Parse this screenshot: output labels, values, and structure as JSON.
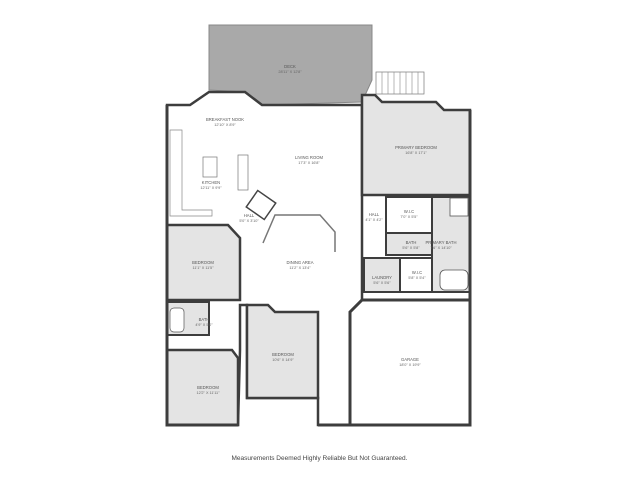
{
  "rooms": [
    {
      "name": "DECK",
      "dims": "28'11\" X 12'8\""
    },
    {
      "name": "BREAKFAST NOOK",
      "dims": "12'10\" X 8'9\""
    },
    {
      "name": "LIVING ROOM",
      "dims": "17'3\" X 16'8\""
    },
    {
      "name": "PRIMARY BEDROOM",
      "dims": "16'8\" X 17'1\""
    },
    {
      "name": "KITCHEN",
      "dims": "12'11\" X 9'9\""
    },
    {
      "name": "HALL",
      "dims": "5'0\" X 3'10\""
    },
    {
      "name": "HALL",
      "dims": "4'1\" X 4'2\""
    },
    {
      "name": "W.I.C",
      "dims": "7'0\" X 5'5\""
    },
    {
      "name": "BATH",
      "dims": "5'6\" X 5'8\""
    },
    {
      "name": "PRIMARY BATH",
      "dims": "7'6\" X 14'10\""
    },
    {
      "name": "DINING AREA",
      "dims": "11'2\" X 13'4\""
    },
    {
      "name": "BEDROOM",
      "dims": "11'1\" X 11'5\""
    },
    {
      "name": "LAUNDRY",
      "dims": "5'6\" X 5'6\""
    },
    {
      "name": "W.I.C",
      "dims": "5'8\" X 5'4\""
    },
    {
      "name": "BATH",
      "dims": "4'9\" X 5'0\""
    },
    {
      "name": "BEDROOM",
      "dims": "10'6\" X 14'9\""
    },
    {
      "name": "GARAGE",
      "dims": "18'0\" X 19'9\""
    },
    {
      "name": "BEDROOM",
      "dims": "12'2\" X 11'11\""
    }
  ],
  "footer": "Measurements Deemed Highly Reliable But Not Guaranteed."
}
